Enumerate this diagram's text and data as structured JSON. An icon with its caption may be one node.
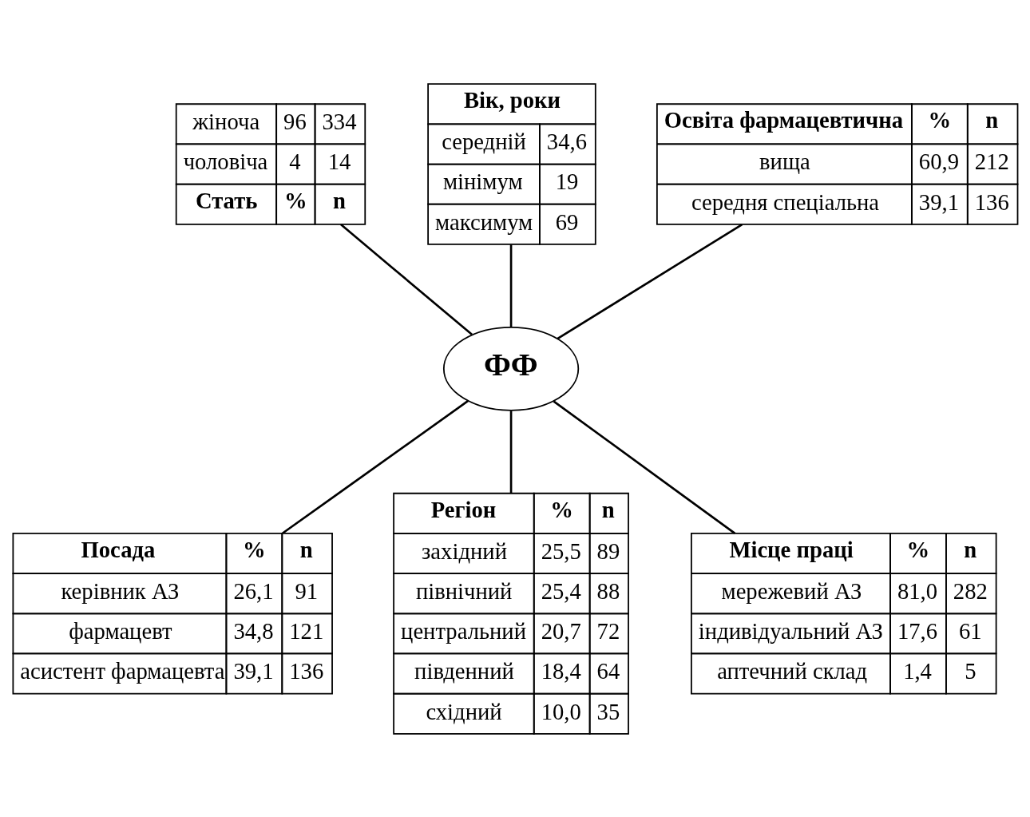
{
  "diagram": {
    "nodes": [
      {
        "text": [
          "жіноча",
          "96",
          "334",
          "чоловіча",
          "4",
          "14",
          "Стать",
          "%",
          "n"
        ]
      },
      {
        "text": [
          "Вік, роки",
          "середній",
          "34,6",
          "мінімум",
          "19",
          "максимум",
          "69"
        ]
      },
      {
        "text": [
          "Освіта фармацевтична",
          "%",
          "n",
          "вища",
          "60,9",
          "212",
          "середня спеціальна",
          "39,1",
          "136"
        ]
      },
      {
        "text": [
          "ФФ"
        ]
      },
      {
        "text": [
          "Посада",
          "%",
          "n",
          "керівник АЗ",
          "26,1",
          "91",
          "фармацевт",
          "34,8",
          "121",
          "асистент фармацевта",
          "39,1",
          "136"
        ]
      },
      {
        "text": [
          "Регіон",
          "%",
          "n",
          "західний",
          "25,5",
          "89",
          "північний",
          "25,4",
          "88",
          "центральний",
          "20,7",
          "72",
          "південний",
          "18,4",
          "64",
          "східний",
          "10,0",
          "35"
        ]
      },
      {
        "text": [
          "Місце праці",
          "%",
          "n",
          "мережевий АЗ",
          "81,0",
          "282",
          "індивідуальний АЗ",
          "17,6",
          "61",
          "аптечний склад",
          "1,4",
          "5"
        ]
      }
    ],
    "edges": [
      {
        "from": 3,
        "to": 0,
        "arrow": "none"
      },
      {
        "from": 3,
        "to": 1,
        "arrow": "none"
      },
      {
        "from": 3,
        "to": 2,
        "arrow": "none"
      },
      {
        "from": 3,
        "to": 4,
        "arrow": "none"
      },
      {
        "from": 3,
        "to": 5,
        "arrow": "none"
      },
      {
        "from": 3,
        "to": 6,
        "arrow": "none"
      }
    ]
  }
}
